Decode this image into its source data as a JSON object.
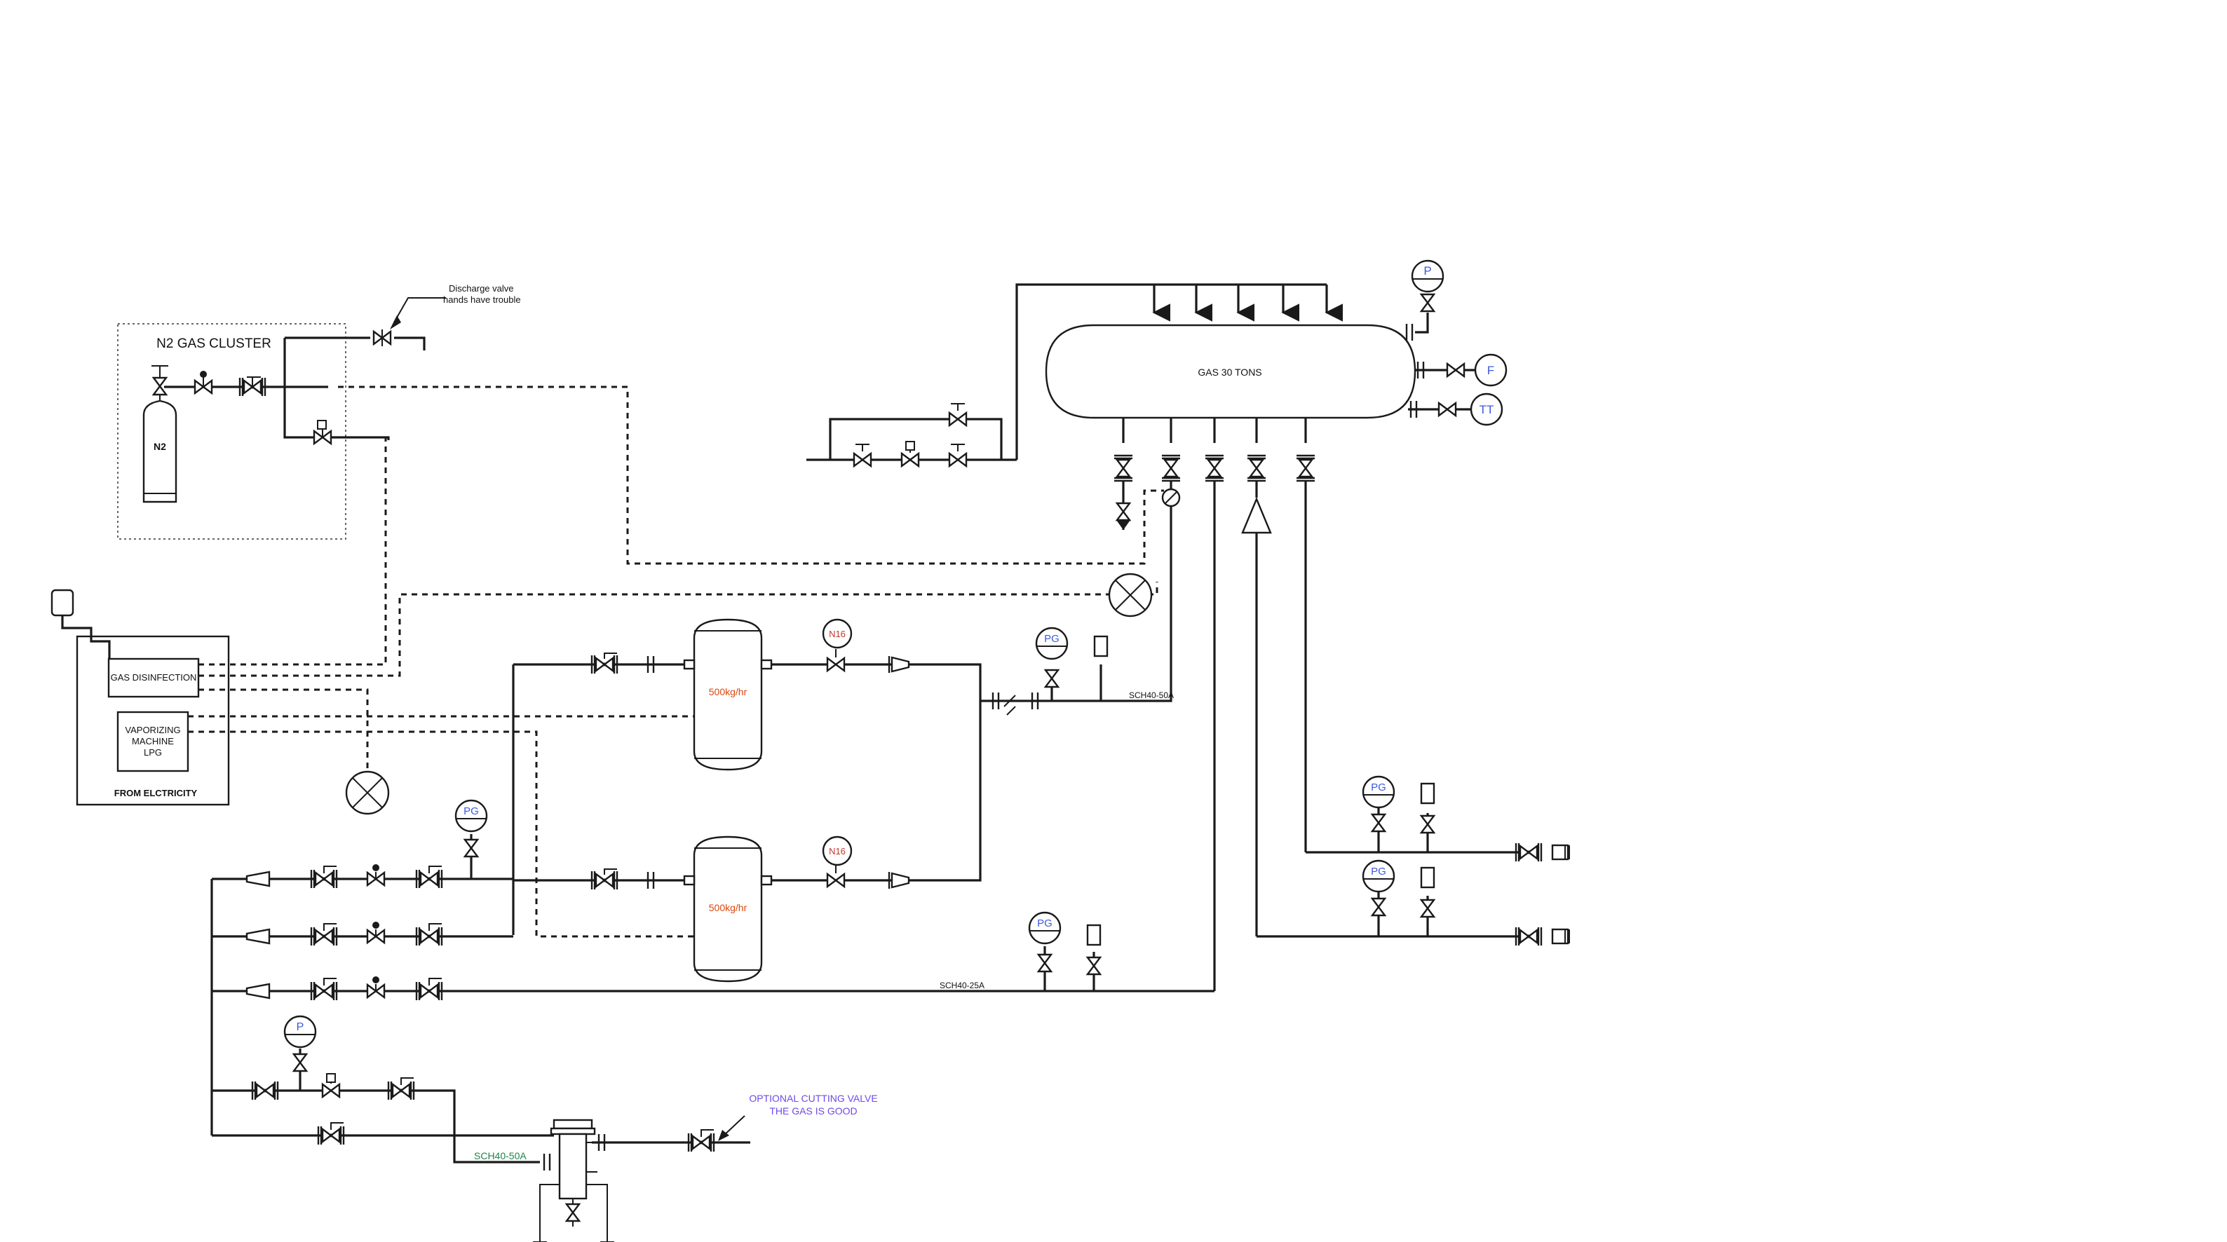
{
  "labels": {
    "n2_cluster": "N2 GAS CLUSTER",
    "n2_cylinder": "N2",
    "discharge_note_line1": "Discharge valve",
    "discharge_note_line2": "hands have trouble",
    "tank": "GAS 30 TONS",
    "gas_disinfection": "GAS DISINFECTION",
    "vaporizing_line1": "VAPORIZING",
    "vaporizing_line2": "MACHINE",
    "vaporizing_line3": "LPG",
    "from_electricity": "FROM ELCTRICITY",
    "vessel_rate": "500kg/hr",
    "n16": "N16",
    "sch40_50a": "SCH40-50A",
    "sch40_25a": "SCH40-25A",
    "optional_line1": "OPTIONAL CUTTING VALVE",
    "optional_line2": "THE GAS IS GOOD"
  },
  "instruments": {
    "p": "P",
    "f": "F",
    "tt": "TT",
    "pg": "PG"
  },
  "colors": {
    "line": "#1a1a1a",
    "instrument_text": "#3b5bdb",
    "n16_text": "#c0392b",
    "vessel_text": "#d9480f",
    "pipe_spec_text": "#1e8449",
    "note_text": "#7048e8"
  }
}
